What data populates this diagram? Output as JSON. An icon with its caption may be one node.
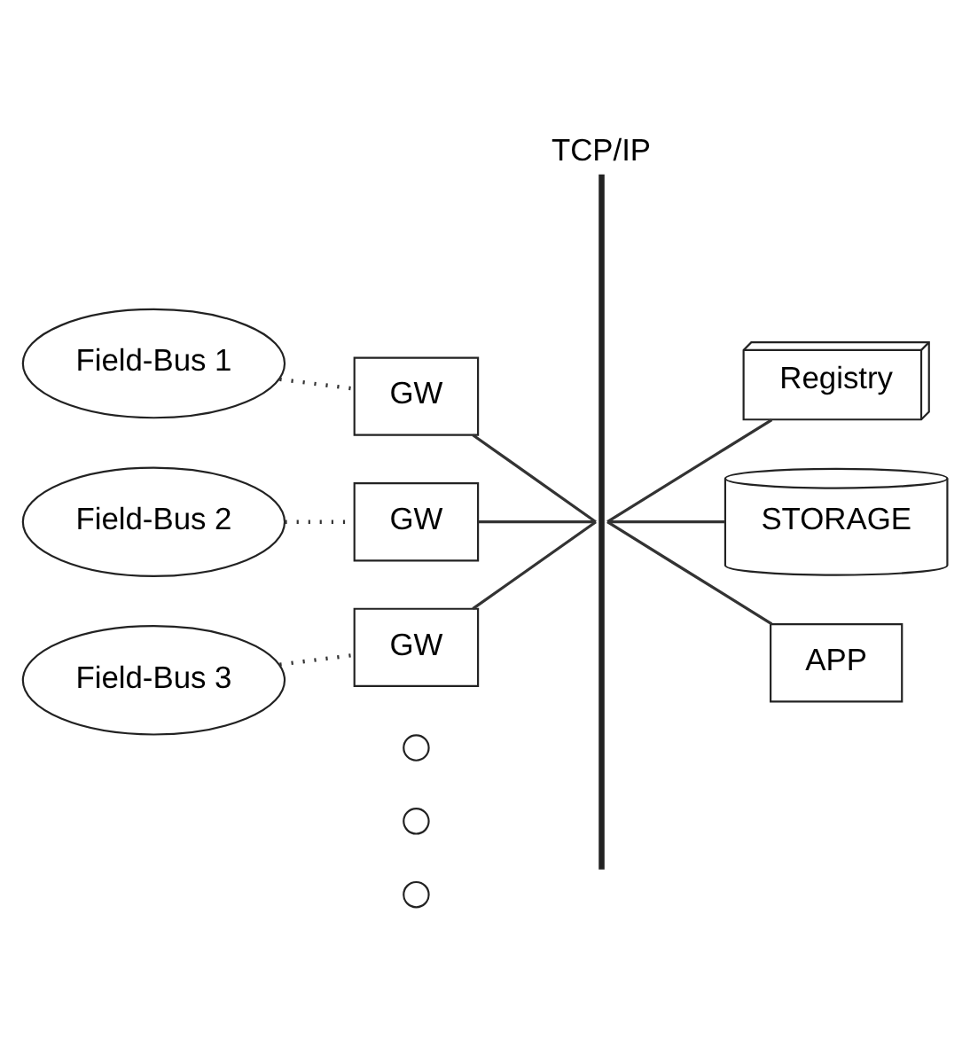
{
  "diagram": {
    "nodes": [
      {
        "text": [
          "TCP/IP"
        ]
      },
      {
        "text": [
          "Field-Bus 1"
        ]
      },
      {
        "text": [
          "GW"
        ]
      },
      {
        "text": [
          "Registry"
        ]
      },
      {
        "text": [
          "Field-Bus 2"
        ]
      },
      {
        "text": [
          "GW"
        ]
      },
      {
        "text": [
          "STORAGE"
        ]
      },
      {
        "text": [
          "Field-Bus 3"
        ]
      },
      {
        "text": [
          "GW"
        ]
      },
      {
        "text": [
          "APP"
        ]
      },
      {
        "text": [],
        "shape": "circle"
      },
      {
        "text": [],
        "shape": "circle"
      },
      {
        "text": [],
        "shape": "circle"
      }
    ],
    "edges": [
      {
        "from": 1,
        "to": 2,
        "arrow": "none",
        "style": "dashed"
      },
      {
        "from": 2,
        "to": 0,
        "arrow": "none"
      },
      {
        "from": 0,
        "to": 3,
        "arrow": "none"
      },
      {
        "from": 4,
        "to": 5,
        "arrow": "none",
        "style": "dashed"
      },
      {
        "from": 5,
        "to": 0,
        "arrow": "none"
      },
      {
        "from": 0,
        "to": 6,
        "arrow": "none"
      },
      {
        "from": 7,
        "to": 8,
        "arrow": "none",
        "style": "dashed"
      },
      {
        "from": 8,
        "to": 0,
        "arrow": "none"
      },
      {
        "from": 0,
        "to": 9,
        "arrow": "none"
      }
    ]
  }
}
